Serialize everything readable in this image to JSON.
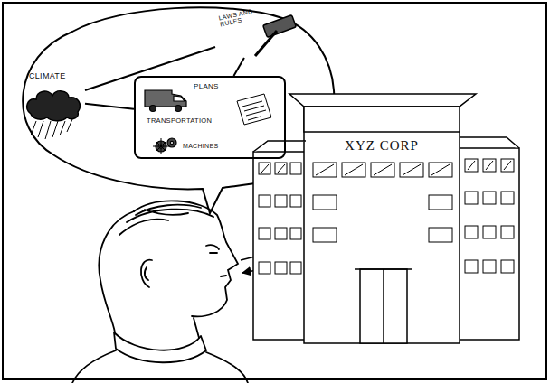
{
  "diagram": {
    "nodes": [
      {
        "text": [
          "CLIMATE"
        ]
      },
      {
        "text": [
          "LAWS AND RULES"
        ]
      },
      {
        "text": [
          "PLANS",
          "TRANSPORTATION",
          "MACHINES"
        ]
      },
      {
        "text": [
          "XYZ CORP"
        ]
      }
    ],
    "edges": [
      {
        "from": 0,
        "to": 1,
        "arrow": "none"
      },
      {
        "from": 1,
        "to": 2,
        "arrow": "none"
      },
      {
        "from": 0,
        "to": 2,
        "arrow": "none"
      }
    ]
  }
}
